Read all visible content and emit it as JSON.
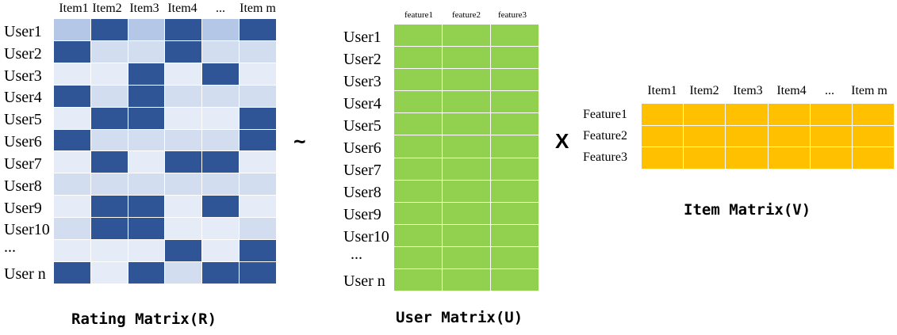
{
  "colors": {
    "dark_blue": "#2f5597",
    "light_blue": "#b4c7e7",
    "pale_blue": "#d2ddf0",
    "very_pale_blue": "#e6ecf7",
    "green": "#92d050",
    "yellow": "#ffc000"
  },
  "rating_matrix": {
    "title": "Rating Matrix(R)",
    "col_labels": [
      "Item1",
      "Item2",
      "Item3",
      "Item4",
      "...",
      "Item m"
    ],
    "row_labels": [
      "User1",
      "User2",
      "User3",
      "User4",
      "User5",
      "User6",
      "User7",
      "User8",
      "User9",
      "User10",
      "...",
      "User n"
    ],
    "cells": [
      [
        1,
        3,
        1,
        3,
        1,
        3
      ],
      [
        3,
        2,
        2,
        3,
        2,
        2
      ],
      [
        0,
        0,
        3,
        0,
        3,
        0
      ],
      [
        3,
        2,
        3,
        2,
        2,
        2
      ],
      [
        0,
        3,
        3,
        0,
        0,
        3
      ],
      [
        3,
        2,
        2,
        2,
        2,
        3
      ],
      [
        0,
        3,
        0,
        3,
        3,
        0
      ],
      [
        2,
        2,
        2,
        2,
        2,
        2
      ],
      [
        0,
        3,
        3,
        0,
        3,
        0
      ],
      [
        2,
        3,
        3,
        0,
        0,
        2
      ],
      [
        0,
        0,
        0,
        3,
        0,
        3
      ],
      [
        3,
        0,
        3,
        2,
        3,
        3
      ]
    ]
  },
  "operators": {
    "approx": "~",
    "times": "X"
  },
  "user_matrix": {
    "title": "User Matrix(U)",
    "col_labels": [
      "feature1",
      "feature2",
      "feature3"
    ],
    "row_labels": [
      "User1",
      "User2",
      "User3",
      "User4",
      "User5",
      "User6",
      "User7",
      "User8",
      "User9",
      "User10",
      "...",
      "User n"
    ]
  },
  "item_matrix": {
    "title": "Item Matrix(V)",
    "col_labels": [
      "Item1",
      "Item2",
      "Item3",
      "Item4",
      "...",
      "Item m"
    ],
    "row_labels": [
      "Feature1",
      "Feature2",
      "Feature3"
    ]
  }
}
